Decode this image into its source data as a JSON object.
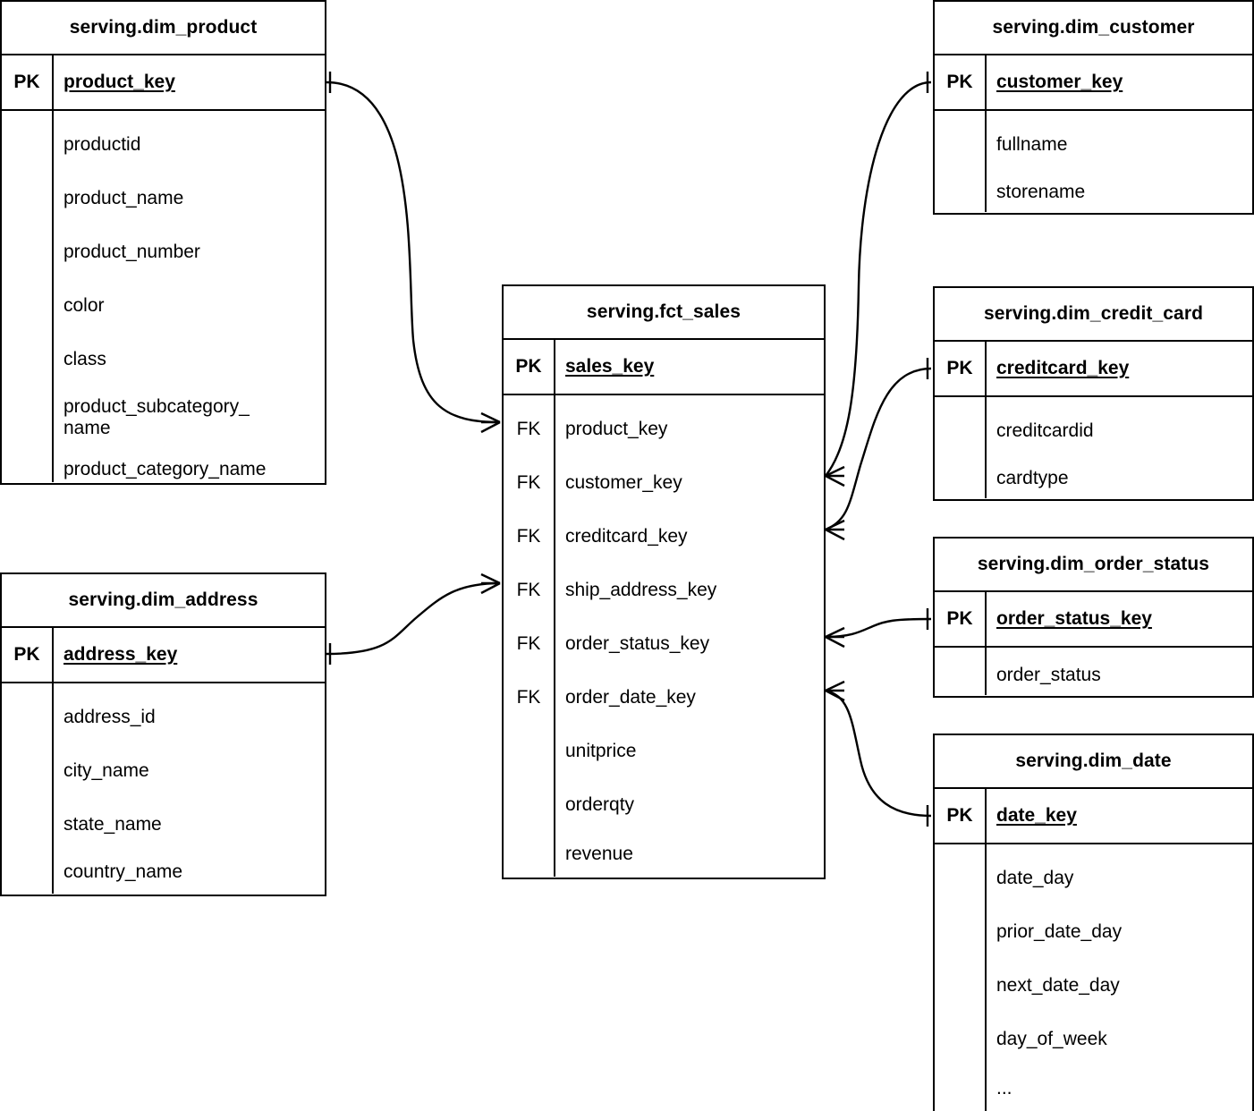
{
  "diagram": {
    "type": "entity-relationship-diagram",
    "notation": "crow's foot",
    "background_color": "#ffffff",
    "line_color": "#000000"
  },
  "entities": [
    {
      "id": "dim_product",
      "title": "serving.dim_product",
      "key_label": "PK",
      "primary_key": "product_key",
      "attributes": [
        "productid",
        "product_name",
        "product_number",
        "color",
        "class",
        "product_subcategory_\nname",
        "product_category_name"
      ]
    },
    {
      "id": "fct_sales",
      "title": "serving.fct_sales",
      "key_label": "PK",
      "primary_key": "sales_key",
      "fk_label": "FK",
      "foreign_keys": [
        "product_key",
        "customer_key",
        "creditcard_key",
        "ship_address_key",
        "order_status_key",
        "order_date_key"
      ],
      "attributes": [
        "unitprice",
        "orderqty",
        "revenue"
      ]
    },
    {
      "id": "dim_address",
      "title": "serving.dim_address",
      "key_label": "PK",
      "primary_key": "address_key",
      "attributes": [
        "address_id",
        "city_name",
        "state_name",
        "country_name"
      ]
    },
    {
      "id": "dim_customer",
      "title": "serving.dim_customer",
      "key_label": "PK",
      "primary_key": "customer_key",
      "attributes": [
        "fullname",
        "storename"
      ]
    },
    {
      "id": "dim_credit_card",
      "title": "serving.dim_credit_card",
      "key_label": "PK",
      "primary_key": "creditcard_key",
      "attributes": [
        "creditcardid",
        "cardtype"
      ]
    },
    {
      "id": "dim_order_status",
      "title": "serving.dim_order_status",
      "key_label": "PK",
      "primary_key": "order_status_key",
      "attributes": [
        "order_status"
      ]
    },
    {
      "id": "dim_date",
      "title": "serving.dim_date",
      "key_label": "PK",
      "primary_key": "date_key",
      "attributes": [
        "date_day",
        "prior_date_day",
        "next_date_day",
        "day_of_week",
        "..."
      ]
    }
  ],
  "relationships": [
    {
      "from": "dim_product.product_key",
      "to": "fct_sales.product_key",
      "from_cardinality": "one",
      "to_cardinality": "many"
    },
    {
      "from": "dim_address.address_key",
      "to": "fct_sales.ship_address_key",
      "from_cardinality": "one",
      "to_cardinality": "many"
    },
    {
      "from": "dim_customer.customer_key",
      "to": "fct_sales.customer_key",
      "from_cardinality": "one",
      "to_cardinality": "many"
    },
    {
      "from": "dim_credit_card.creditcard_key",
      "to": "fct_sales.creditcard_key",
      "from_cardinality": "one",
      "to_cardinality": "many"
    },
    {
      "from": "dim_order_status.order_status_key",
      "to": "fct_sales.order_status_key",
      "from_cardinality": "one",
      "to_cardinality": "many"
    },
    {
      "from": "dim_date.date_key",
      "to": "fct_sales.order_date_key",
      "from_cardinality": "one",
      "to_cardinality": "many"
    }
  ]
}
